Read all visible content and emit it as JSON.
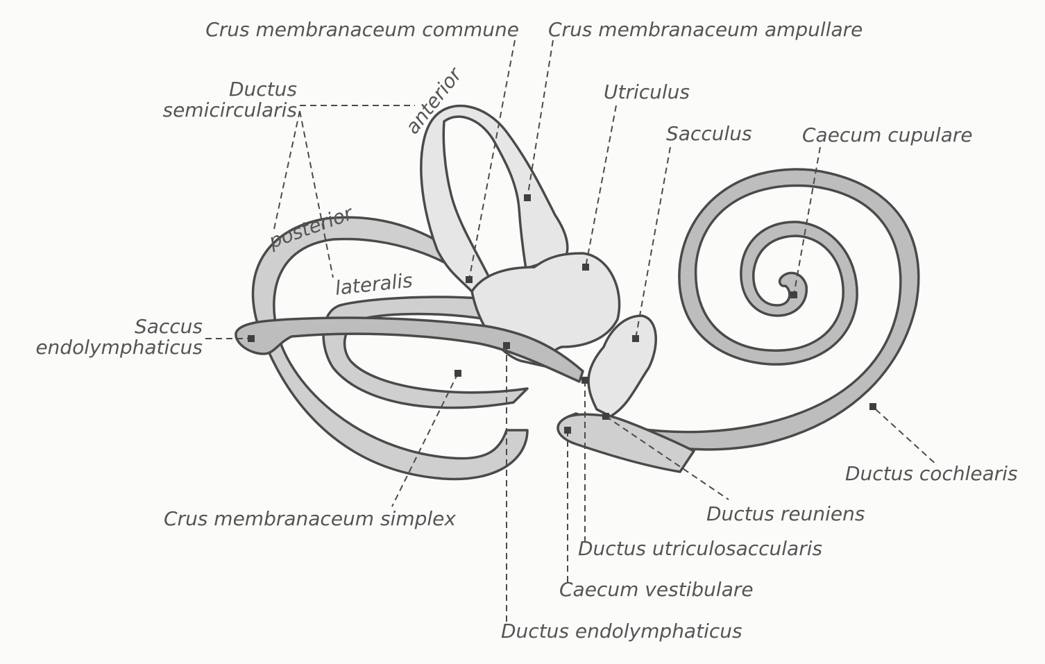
{
  "diagram": {
    "subject": "Membranous labyrinth of the inner ear",
    "labels": {
      "crus_commune": "Crus membranaceum commune",
      "crus_ampullare": "Crus membranaceum ampullare",
      "ductus_semicircularis_1": "Ductus",
      "ductus_semicircularis_2": "semicircularis",
      "anterior": "anterior",
      "posterior": "posterior",
      "lateralis": "lateralis",
      "utriculus": "Utriculus",
      "sacculus": "Sacculus",
      "caecum_cupulare": "Caecum cupulare",
      "saccus_1": "Saccus",
      "saccus_2": "endolymphaticus",
      "ductus_cochlearis": "Ductus cochlearis",
      "crus_simplex": "Crus membranaceum simplex",
      "ductus_reuniens": "Ductus reuniens",
      "ductus_utriculosaccularis": "Ductus utriculosaccularis",
      "caecum_vestibulare": "Caecum vestibulare",
      "ductus_endolymphaticus": "Ductus endolymphaticus"
    }
  }
}
